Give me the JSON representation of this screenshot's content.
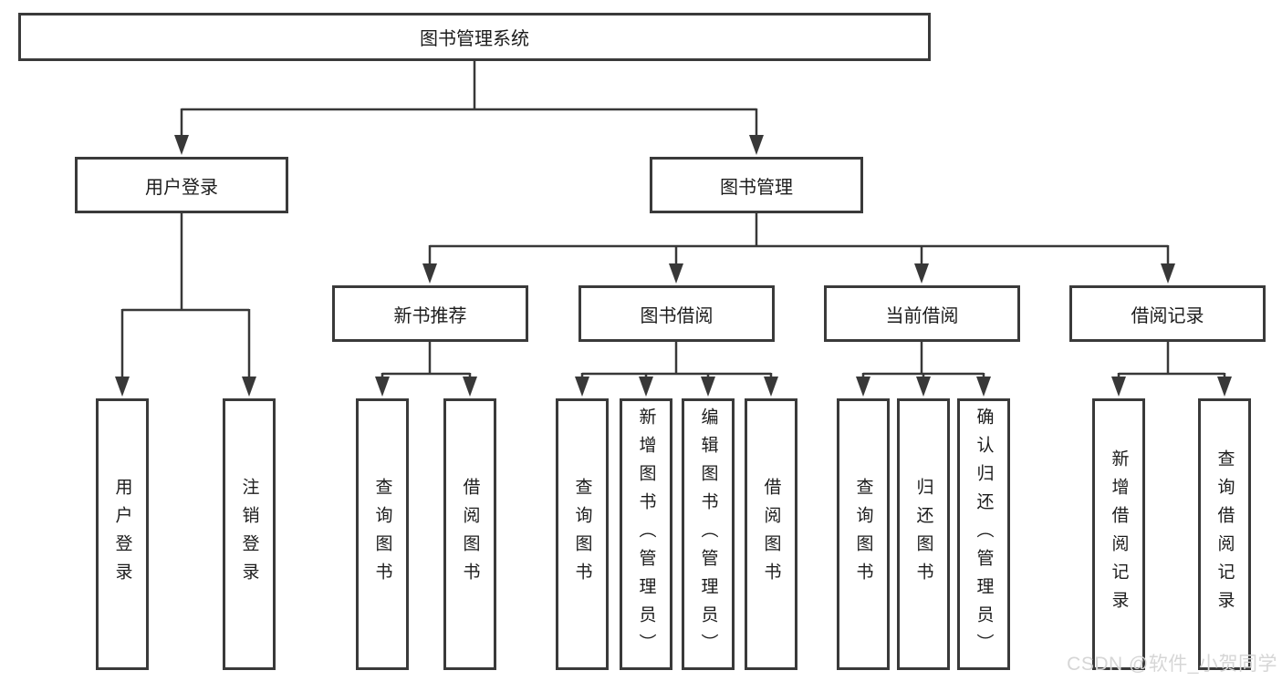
{
  "diagram": {
    "root": "图书管理系统",
    "branches": [
      {
        "label": "用户登录",
        "children": [
          {
            "label": "用户登录"
          },
          {
            "label": "注销登录"
          }
        ]
      },
      {
        "label": "图书管理",
        "children": [
          {
            "label": "新书推荐",
            "children": [
              {
                "label": "查询图书"
              },
              {
                "label": "借阅图书"
              }
            ]
          },
          {
            "label": "图书借阅",
            "children": [
              {
                "label": "查询图书"
              },
              {
                "label": "新增图书（管理员）"
              },
              {
                "label": "编辑图书（管理员）"
              },
              {
                "label": "借阅图书"
              }
            ]
          },
          {
            "label": "当前借阅",
            "children": [
              {
                "label": "查询图书"
              },
              {
                "label": "归还图书"
              },
              {
                "label": "确认归还（管理员）"
              }
            ]
          },
          {
            "label": "借阅记录",
            "children": [
              {
                "label": "新增借阅记录"
              },
              {
                "label": "查询借阅记录"
              }
            ]
          }
        ]
      }
    ]
  },
  "watermark": {
    "text": "CSDN @软件_小贺同学"
  },
  "colors": {
    "background": "#ffffff",
    "box_border": "#3a3a3a",
    "line": "#383838",
    "text": "#1c1c1c",
    "watermark": "#d6d6d6"
  }
}
